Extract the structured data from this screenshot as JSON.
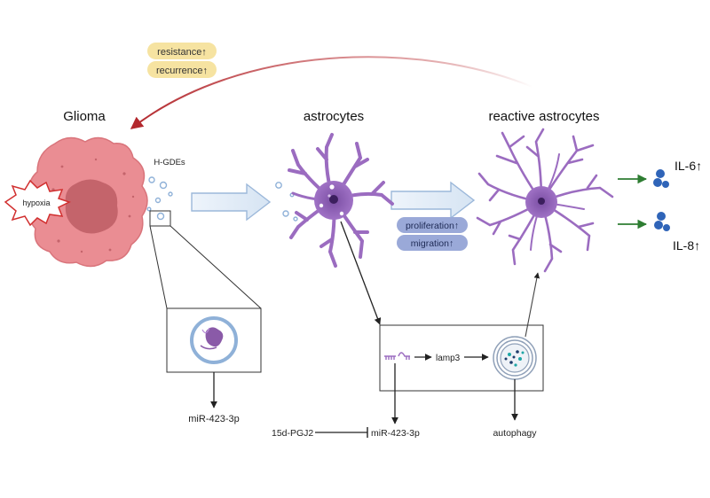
{
  "labels": {
    "glioma": "Glioma",
    "astrocytes": "astrocytes",
    "reactive": "reactive astrocytes",
    "hgdes": "H-GDEs",
    "hypoxia": "hypoxia",
    "mir_left": "miR-423-3p",
    "mir_bottom": "miR-423-3p",
    "pgj2": "15d-PGJ2",
    "lamp3": "lamp3",
    "autophagy": "autophagy",
    "il6": "IL-6↑",
    "il8": "IL-8↑"
  },
  "pills": {
    "resistance": "resistance↑",
    "recurrence": "recurrence↑",
    "proliferation": "proliferation↑",
    "migration": "migration↑"
  },
  "colors": {
    "cell_pink": "#ea8d93",
    "nucleus": "#c4646b",
    "astro_purple": "#9b6cc0",
    "astro_light": "#b58ad6",
    "pill_yellow": "#f6e3a1",
    "pill_blue": "#9aa9d8",
    "arrow_red": "#b3282d",
    "arrow_green": "#2e7d32",
    "il_blue": "#2f64b8"
  }
}
